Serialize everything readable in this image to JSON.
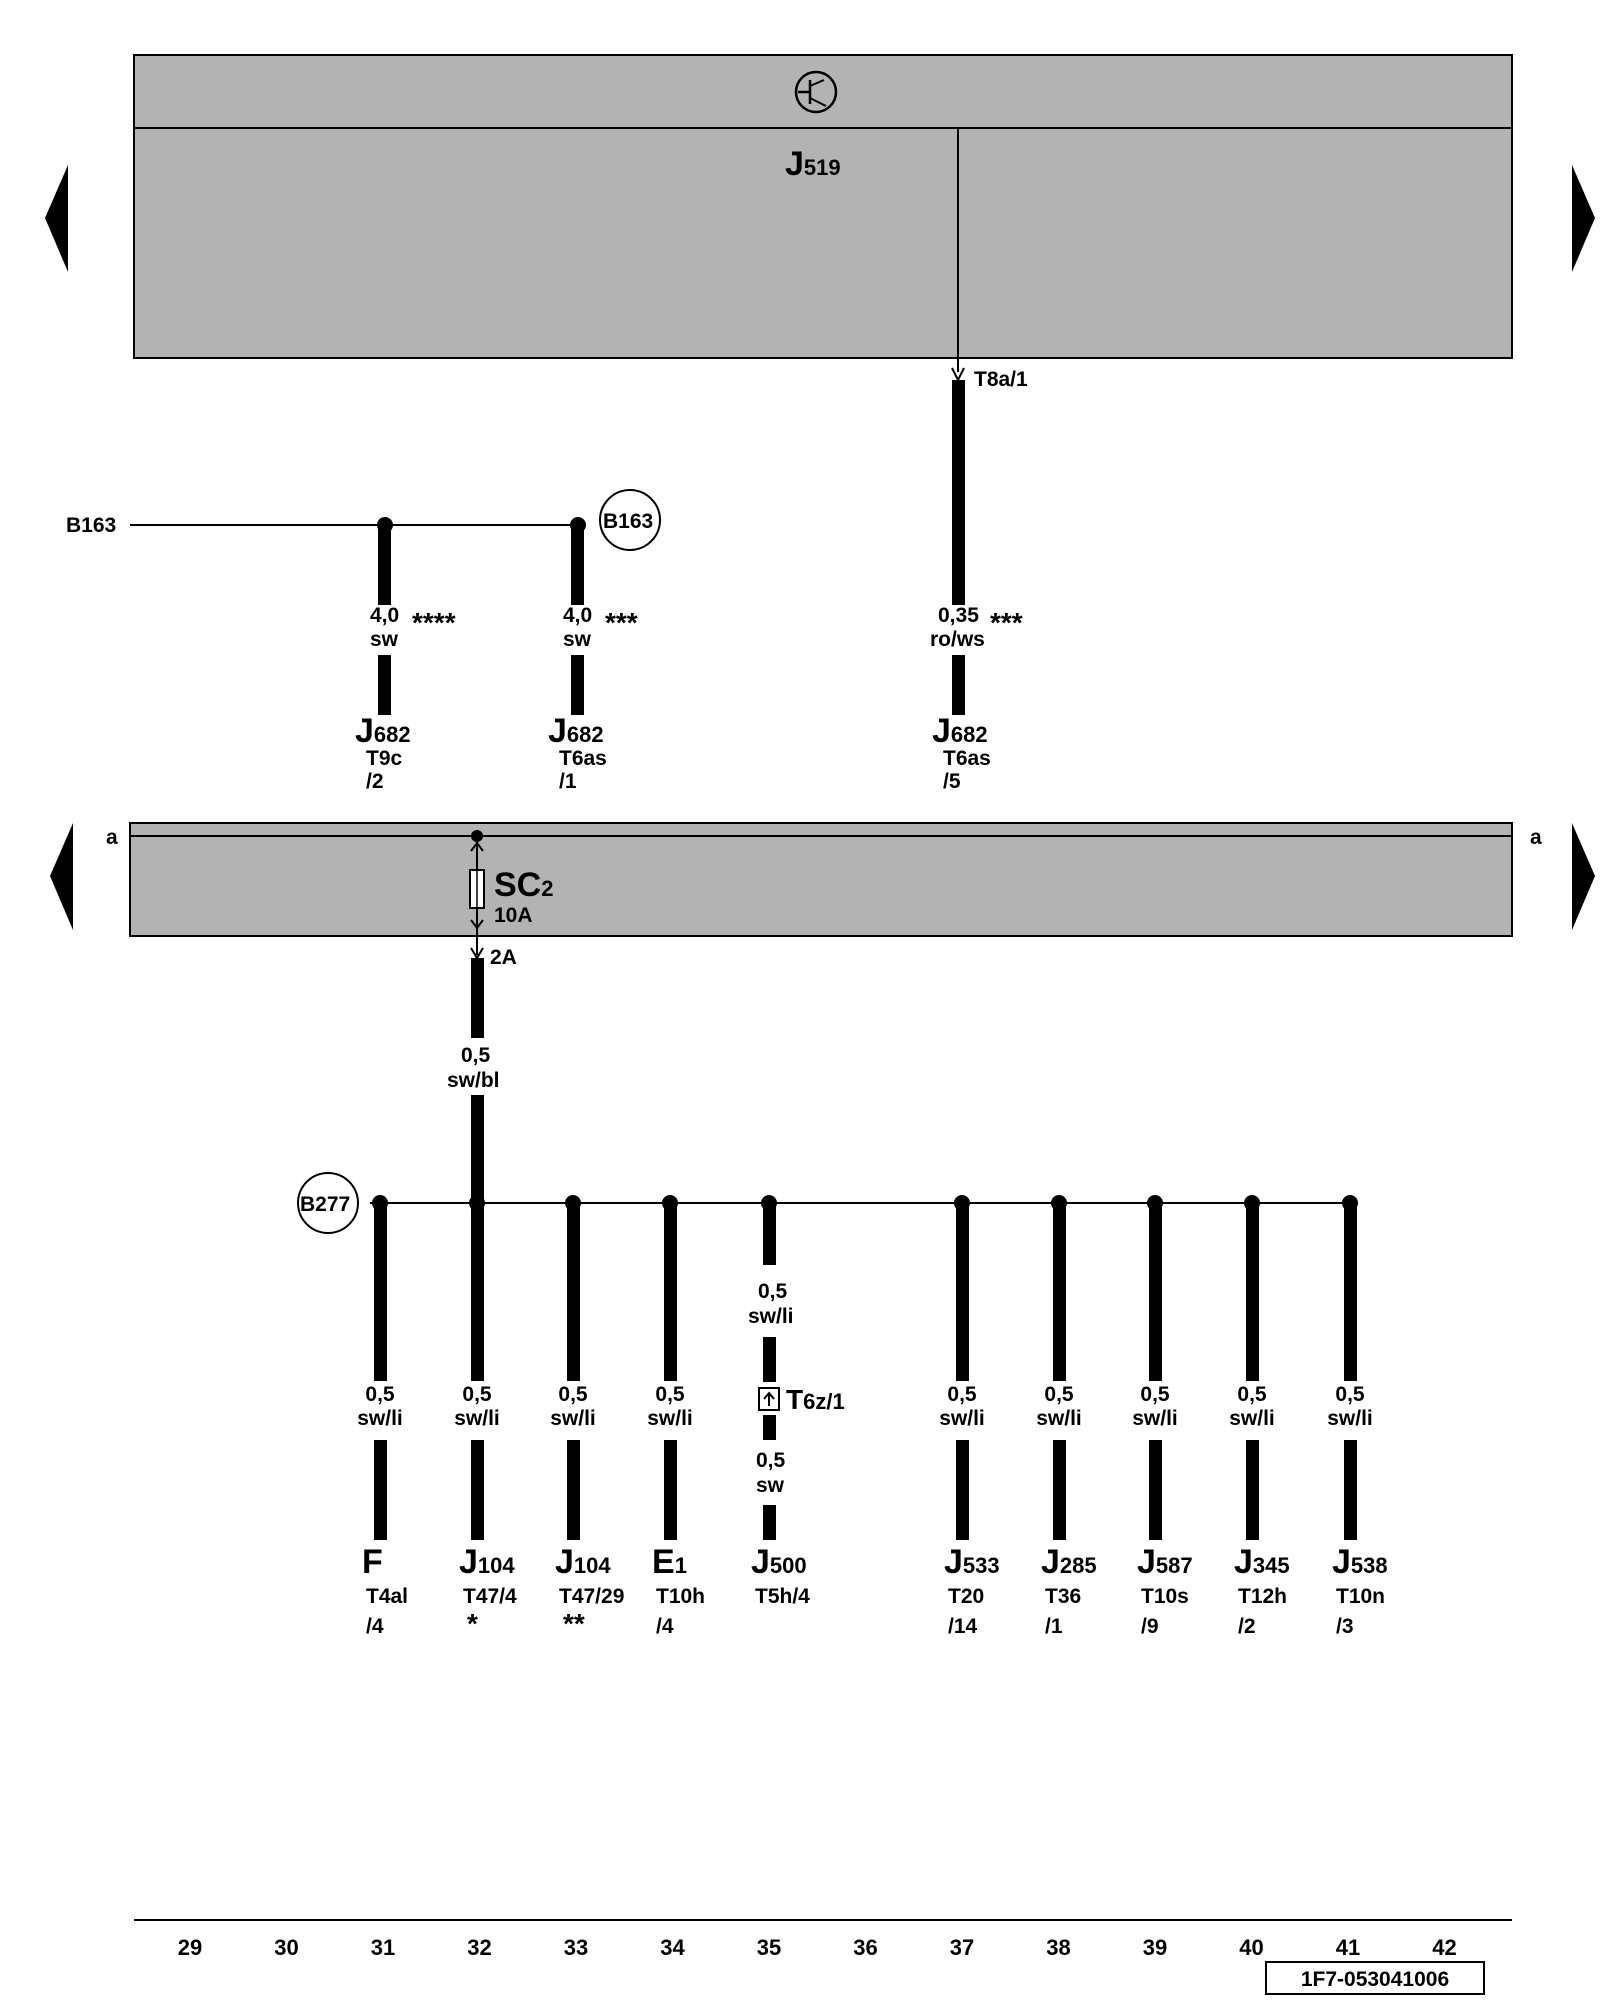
{
  "top_unit": {
    "label": "J",
    "sub": "519",
    "connector": "T8a/1"
  },
  "bus_b163": {
    "label": "B163",
    "node_label": "B163"
  },
  "top_wires": [
    {
      "size": "4,0",
      "color": "sw",
      "stars": "****",
      "comp": "J",
      "sub": "682",
      "conn1": "T9c",
      "conn2": "/2"
    },
    {
      "size": "4,0",
      "color": "sw",
      "stars": "***",
      "comp": "J",
      "sub": "682",
      "conn1": "T6as",
      "conn2": "/1"
    },
    {
      "size": "0,35",
      "color": "ro/ws",
      "stars": "***",
      "comp": "J",
      "sub": "682",
      "conn1": "T6as",
      "conn2": "/5"
    }
  ],
  "fuse_panel": {
    "left_tag": "a",
    "right_tag": "a",
    "fuse_label": "SC",
    "fuse_sub": "2",
    "rating": "10A",
    "pin": "2A",
    "wire_size": "0,5",
    "wire_color": "sw/bl"
  },
  "bus_b277": {
    "node_label": "B277"
  },
  "splice": {
    "top_size": "0,5",
    "top_color": "sw/li",
    "label": "T",
    "sub": "6z/1",
    "bottom_size": "0,5",
    "bottom_color": "sw"
  },
  "bottom_wires": [
    {
      "size": "0,5",
      "color": "sw/li",
      "comp": "F",
      "sub": "",
      "conn1": "T4al",
      "conn2": "/4"
    },
    {
      "size": "0,5",
      "color": "sw/li",
      "comp": "J",
      "sub": "104",
      "conn1": "T47/4",
      "conn2": "*"
    },
    {
      "size": "0,5",
      "color": "sw/li",
      "comp": "J",
      "sub": "104",
      "conn1": "T47/29",
      "conn2": "**"
    },
    {
      "size": "0,5",
      "color": "sw/li",
      "comp": "E",
      "sub": "1",
      "conn1": "T10h",
      "conn2": "/4"
    },
    {
      "size": "",
      "color": "",
      "comp": "J",
      "sub": "500",
      "conn1": "T5h/4",
      "conn2": ""
    },
    {
      "size": "0,5",
      "color": "sw/li",
      "comp": "J",
      "sub": "533",
      "conn1": "T20",
      "conn2": "/14"
    },
    {
      "size": "0,5",
      "color": "sw/li",
      "comp": "J",
      "sub": "285",
      "conn1": "T36",
      "conn2": "/1"
    },
    {
      "size": "0,5",
      "color": "sw/li",
      "comp": "J",
      "sub": "587",
      "conn1": "T10s",
      "conn2": "/9"
    },
    {
      "size": "0,5",
      "color": "sw/li",
      "comp": "J",
      "sub": "345",
      "conn1": "T12h",
      "conn2": "/2"
    },
    {
      "size": "0,5",
      "color": "sw/li",
      "comp": "J",
      "sub": "538",
      "conn1": "T10n",
      "conn2": "/3"
    }
  ],
  "column_numbers": [
    "29",
    "30",
    "31",
    "32",
    "33",
    "34",
    "35",
    "36",
    "37",
    "38",
    "39",
    "40",
    "41",
    "42"
  ],
  "drawing_id": "1F7-053041006",
  "colors": {
    "panel": "#b3b3b3",
    "line": "#000000"
  }
}
